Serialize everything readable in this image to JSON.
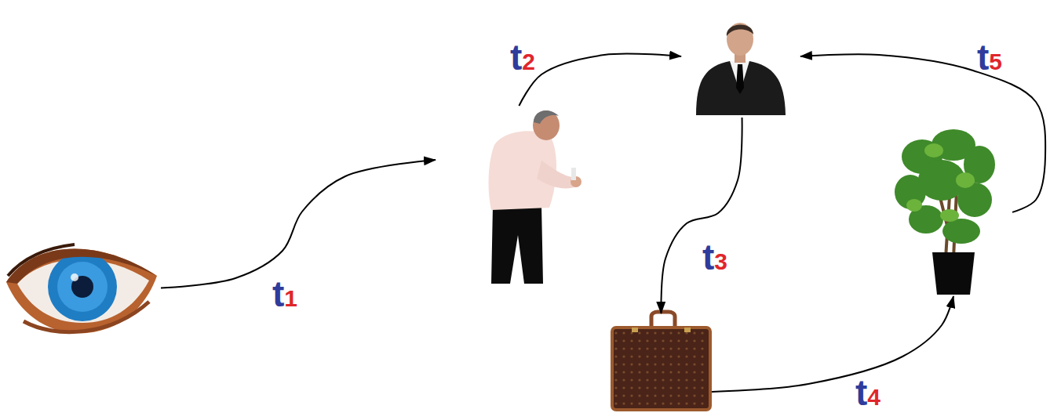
{
  "diagram": {
    "nodes": [
      {
        "text": []
      },
      {
        "text": []
      },
      {
        "text": []
      },
      {
        "text": []
      },
      {
        "text": []
      }
    ],
    "edges": [
      {
        "from": 0,
        "to": 1,
        "arrow": "to",
        "label": "t1"
      },
      {
        "from": 1,
        "to": 2,
        "arrow": "to",
        "label": "t2"
      },
      {
        "from": 2,
        "to": 3,
        "arrow": "to",
        "label": "t3"
      },
      {
        "from": 3,
        "to": 4,
        "arrow": "to",
        "label": "t4"
      },
      {
        "from": 4,
        "to": 2,
        "arrow": "to",
        "label": "t5"
      }
    ]
  }
}
